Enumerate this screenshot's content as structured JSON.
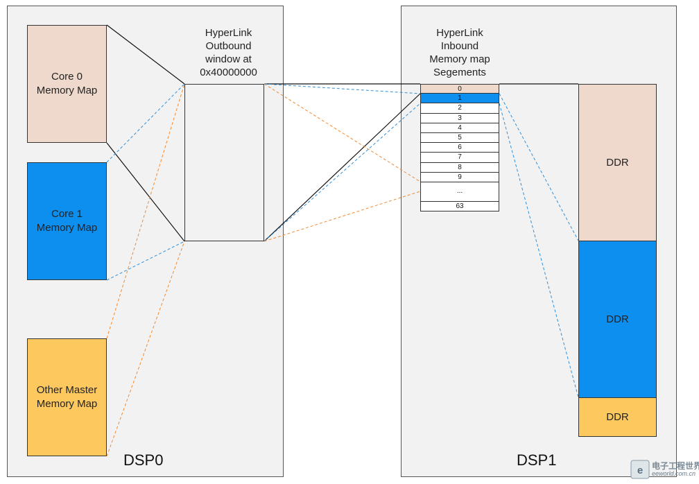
{
  "colors": {
    "core0": "#efd9cc",
    "core1": "#0d8ff0",
    "other": "#fdc95f",
    "orange_dash": "#f08a30",
    "blue_dash": "#2f8fd8"
  },
  "dsp0": {
    "label": "DSP0",
    "core0": "Core 0\nMemory Map",
    "core1": "Core 1\nMemory Map",
    "other": "Other Master\nMemory Map",
    "outbound_title": "HyperLink\nOutbound\nwindow at\n0x40000000"
  },
  "dsp1": {
    "label": "DSP1",
    "inbound_title": "HyperLink\nInbound\nMemory map\nSegements",
    "segments": [
      "0",
      "1",
      "2",
      "3",
      "4",
      "5",
      "6",
      "7",
      "8",
      "9",
      "...",
      "63"
    ],
    "ddr1": "DDR",
    "ddr2": "DDR",
    "ddr3": "DDR"
  },
  "watermark": {
    "name": "电子工程世界",
    "url": "eeworld.com.cn"
  }
}
